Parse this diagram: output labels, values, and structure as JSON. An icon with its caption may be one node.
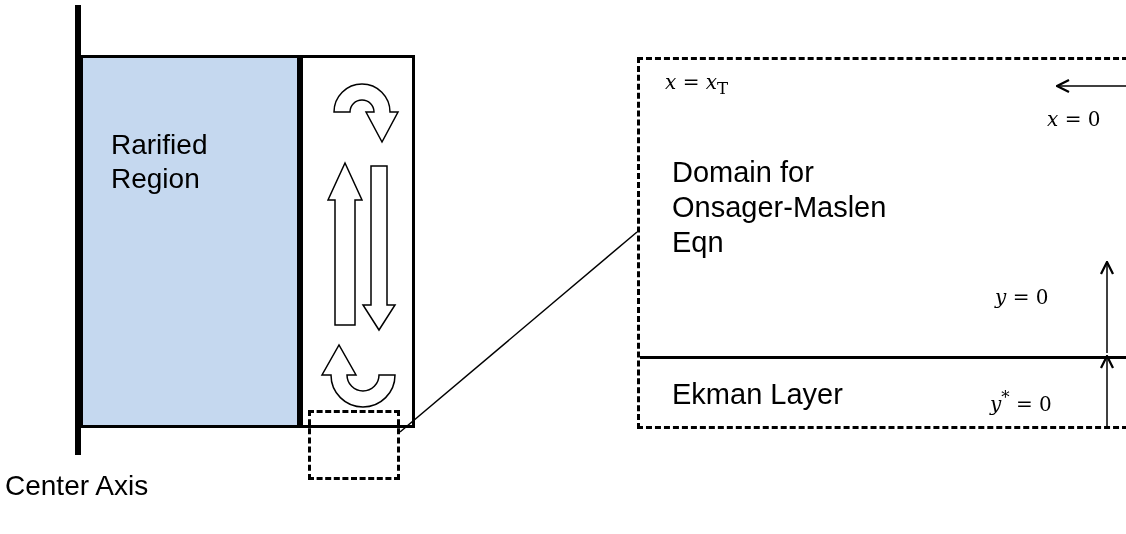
{
  "diagram": {
    "nodes": [
      {
        "text": [
          "Rarified Region"
        ]
      },
      {
        "text": [],
        "shape": "box"
      },
      {
        "text": [],
        "shape": "box"
      },
      {
        "text": [],
        "shape": "box"
      },
      {
        "text": [
          "Domain for Onsager-Maslen Eqn"
        ],
        "in": 3
      },
      {
        "text": [
          "Ekman Layer"
        ],
        "in": 3
      }
    ],
    "edges": [
      {
        "from": 2,
        "to": 3,
        "arrow": "none"
      }
    ],
    "labels": [
      "*x* = *x*$_{T}$",
      "*x* = 0",
      "*y* = 0",
      "*y*$^{*}$ = 0",
      "Center Axis"
    ]
  }
}
